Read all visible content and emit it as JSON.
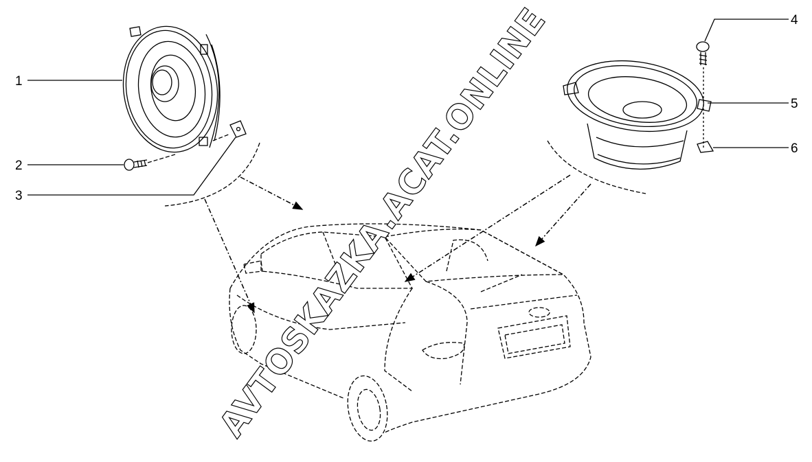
{
  "diagram": {
    "callouts": [
      "1",
      "2",
      "3",
      "4",
      "5",
      "6"
    ],
    "watermark": "AVTOSKAZKA.ACAT.ONLINE",
    "parts": [
      "front-door-speaker",
      "speaker-screw",
      "speaker-clip",
      "rear-speaker-screw",
      "rear-shelf-speaker",
      "rear-speaker-clip"
    ]
  }
}
